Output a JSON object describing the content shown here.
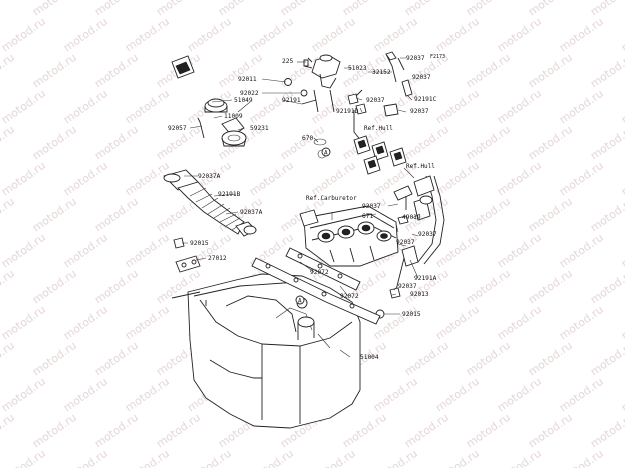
{
  "watermark": {
    "text": "motod.ru"
  },
  "diagram": {
    "code": "F2173",
    "labels": [
      {
        "id": "p225",
        "text": "225"
      },
      {
        "id": "p51023",
        "text": "51023"
      },
      {
        "id": "p92037_top",
        "text": "92037"
      },
      {
        "id": "p32152",
        "text": "32152"
      },
      {
        "id": "p92037_r1",
        "text": "92037"
      },
      {
        "id": "p92011",
        "text": "92011"
      },
      {
        "id": "p92022",
        "text": "92022"
      },
      {
        "id": "p51049",
        "text": "51049"
      },
      {
        "id": "p92191",
        "text": "92191"
      },
      {
        "id": "p92037_m1",
        "text": "92037"
      },
      {
        "id": "p92191C",
        "text": "92191C"
      },
      {
        "id": "p92191D",
        "text": "92191D"
      },
      {
        "id": "p92037_m2",
        "text": "92037"
      },
      {
        "id": "p11009",
        "text": "11009"
      },
      {
        "id": "p92057",
        "text": "92057"
      },
      {
        "id": "p59231",
        "text": "59231"
      },
      {
        "id": "p670",
        "text": "670"
      },
      {
        "id": "p92037A_1",
        "text": "92037A"
      },
      {
        "id": "p92191B",
        "text": "92191B"
      },
      {
        "id": "p92037A_2",
        "text": "92037A"
      },
      {
        "id": "p92037_c",
        "text": "92037"
      },
      {
        "id": "p671",
        "text": "671"
      },
      {
        "id": "p49019",
        "text": "49019"
      },
      {
        "id": "p92037_d",
        "text": "92037"
      },
      {
        "id": "p92015_1",
        "text": "92015"
      },
      {
        "id": "p27012",
        "text": "27012"
      },
      {
        "id": "p92072_1",
        "text": "92072"
      },
      {
        "id": "p92037_e",
        "text": "92037"
      },
      {
        "id": "p92191A",
        "text": "92191A"
      },
      {
        "id": "p92037_f",
        "text": "92037"
      },
      {
        "id": "p92013",
        "text": "92013"
      },
      {
        "id": "p92072_2",
        "text": "92072"
      },
      {
        "id": "p92015_2",
        "text": "92015"
      },
      {
        "id": "p51004",
        "text": "51004"
      }
    ],
    "refs": [
      {
        "id": "refHull1",
        "text": "Ref.Hull"
      },
      {
        "id": "refHull2",
        "text": "Ref.Hull"
      },
      {
        "id": "refCarb",
        "text": "Ref.Carburetor"
      }
    ],
    "markers": {
      "a": "A"
    }
  }
}
